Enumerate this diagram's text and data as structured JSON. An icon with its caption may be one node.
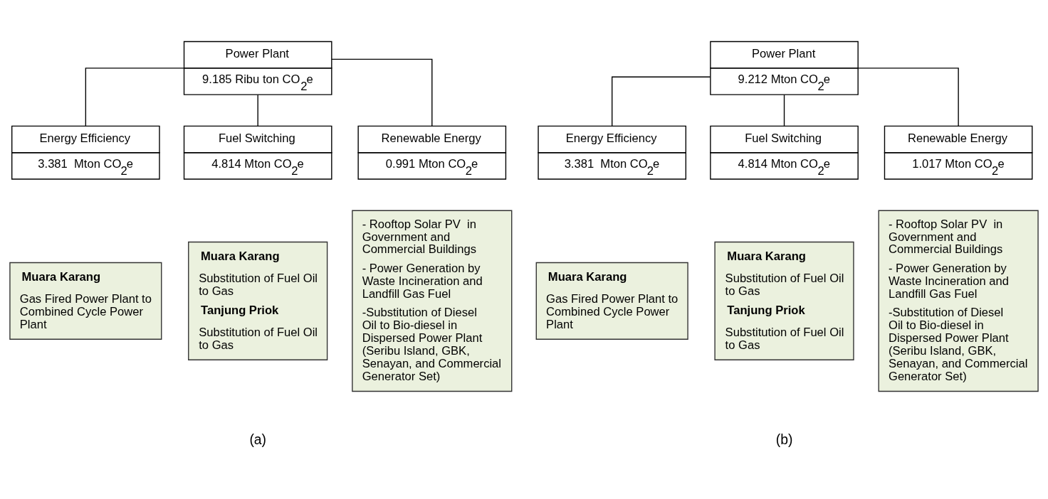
{
  "diagram": {
    "nodes": [
      {
        "text": [
          "Power Plant",
          "9.185 Ribu ton CO$_{2}$e"
        ]
      },
      {
        "text": [
          "Energy Efficiency",
          "3.381  Mton CO$_{2}$e"
        ]
      },
      {
        "text": [
          "Fuel Switching",
          "4.814 Mton CO$_{2}$e"
        ]
      },
      {
        "text": [
          "Renewable Energy",
          "0.991 Mton CO$_{2}$e"
        ]
      },
      {
        "text": [
          "Muara Karang",
          "Gas Fired Power Plant to Combined Cycle Power Plant"
        ]
      },
      {
        "text": [
          "Muara Karang",
          "Substitution of Fuel Oil to Gas",
          "Tanjung Priok",
          "Substitution of Fuel Oil to Gas"
        ]
      },
      {
        "text": [
          "- Rooftop Solar PV  in Government and Commercial Buildings",
          "- Power Generation by Waste Incineration and Landfill Gas Fuel",
          "-Substitution of Diesel Oil to Bio-diesel in Dispersed Power Plant (Seribu Island, GBK, Senayan, and Commercial Generator Set)"
        ]
      },
      {
        "text": [
          "Power Plant",
          "9.212 Mton CO$_{2}$e"
        ]
      },
      {
        "text": [
          "Energy Efficiency",
          "3.381  Mton CO$_{2}$e"
        ]
      },
      {
        "text": [
          "Fuel Switching",
          "4.814 Mton CO$_{2}$e"
        ]
      },
      {
        "text": [
          "Renewable Energy",
          "1.017 Mton CO$_{2}$e"
        ]
      },
      {
        "text": [
          "Muara Karang",
          "Gas Fired Power Plant to Combined Cycle Power Plant"
        ]
      },
      {
        "text": [
          "Muara Karang",
          "Substitution of Fuel Oil to Gas",
          "Tanjung Priok",
          "Substitution of Fuel Oil to Gas"
        ]
      },
      {
        "text": [
          "- Rooftop Solar PV  in Government and Commercial Buildings",
          "- Power Generation by Waste Incineration and Landfill Gas Fuel",
          "-Substitution of Diesel Oil to Bio-diesel in Dispersed Power Plant (Seribu Island, GBK, Senayan, and Commercial Generator Set)"
        ]
      }
    ],
    "edges": [
      {
        "from": 0,
        "to": 1,
        "arrow": "none"
      },
      {
        "from": 0,
        "to": 2,
        "arrow": "none"
      },
      {
        "from": 0,
        "to": 3,
        "arrow": "none"
      },
      {
        "from": 7,
        "to": 8,
        "arrow": "none"
      },
      {
        "from": 7,
        "to": 9,
        "arrow": "none"
      },
      {
        "from": 7,
        "to": 10,
        "arrow": "none"
      }
    ],
    "labels": [
      "(a)",
      "(b)"
    ]
  }
}
